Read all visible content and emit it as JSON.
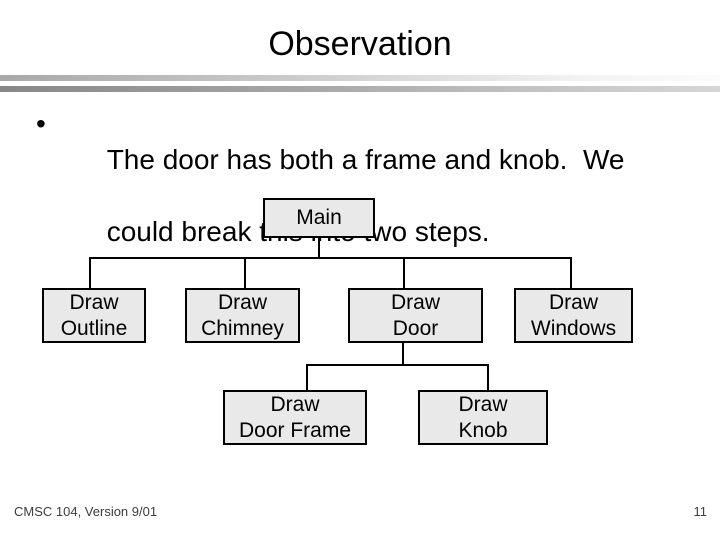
{
  "colors": {
    "background": "#ffffff",
    "text": "#000000",
    "footer_text": "#3d3d3d",
    "node_fill": "#e9e9e9",
    "node_border": "#000000",
    "connector": "#000000",
    "divider_top_gradient": [
      "#a8a8a8",
      "#fbfbfb"
    ],
    "divider_bottom_gradient": [
      "#878787",
      "#d6d6d6"
    ]
  },
  "slide": {
    "title": "Observation",
    "bullet": {
      "marker": "•",
      "line1": "The door has both a frame and knob.  We",
      "line2": "could break this into two steps."
    },
    "footer": {
      "left": "CMSC 104, Version 9/01",
      "page": "11"
    }
  },
  "diagram": {
    "type": "hierarchy-tree",
    "structure": {
      "root": "Main",
      "children_of_main": [
        "Draw Outline",
        "Draw Chimney",
        "Draw Door",
        "Draw Windows"
      ],
      "children_of_draw_door": [
        "Draw Door Frame",
        "Draw Knob"
      ]
    },
    "nodes": {
      "main": {
        "line1": "Main"
      },
      "outline": {
        "line1": "Draw",
        "line2": "Outline"
      },
      "chimney": {
        "line1": "Draw",
        "line2": "Chimney"
      },
      "door": {
        "line1": "Draw",
        "line2": "Door"
      },
      "windows": {
        "line1": "Draw",
        "line2": "Windows"
      },
      "door_frame": {
        "line1": "Draw",
        "line2": "Door Frame"
      },
      "knob": {
        "line1": "Draw",
        "line2": "Knob"
      }
    }
  }
}
